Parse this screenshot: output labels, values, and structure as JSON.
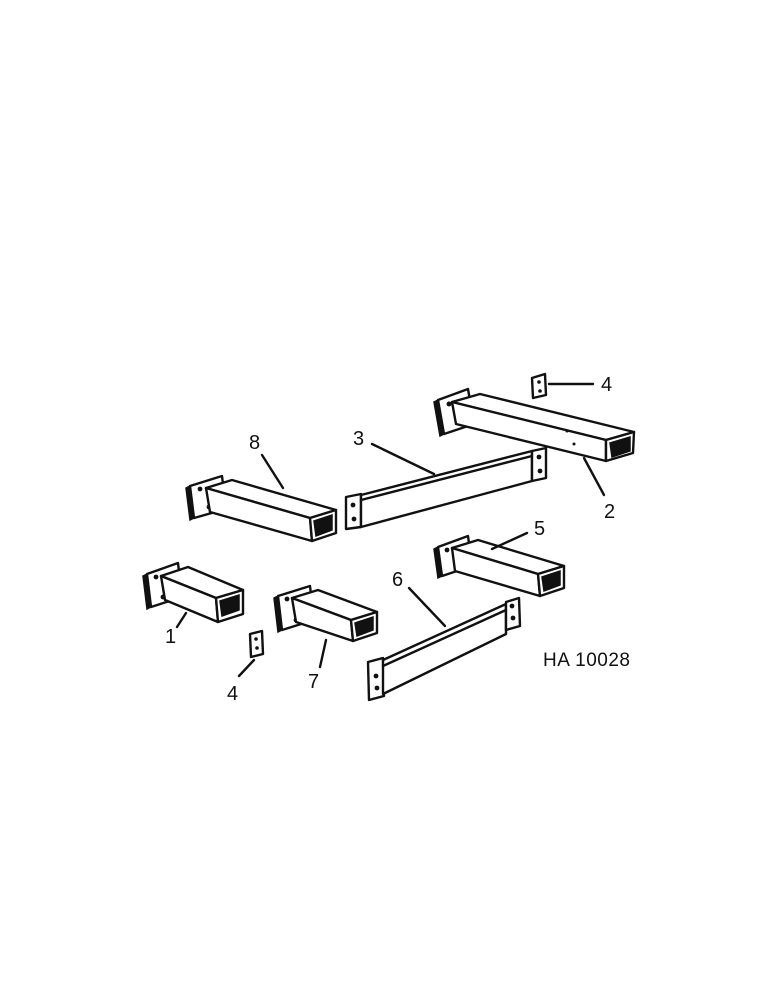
{
  "diagram": {
    "callouts": [
      {
        "id": "c1",
        "text": "1"
      },
      {
        "id": "c2",
        "text": "2"
      },
      {
        "id": "c3",
        "text": "3"
      },
      {
        "id": "c4a",
        "text": "4"
      },
      {
        "id": "c4b",
        "text": "4"
      },
      {
        "id": "c5",
        "text": "5"
      },
      {
        "id": "c6",
        "text": "6"
      },
      {
        "id": "c7",
        "text": "7"
      },
      {
        "id": "c8",
        "text": "8"
      }
    ],
    "figure_code": "HA 10028"
  }
}
